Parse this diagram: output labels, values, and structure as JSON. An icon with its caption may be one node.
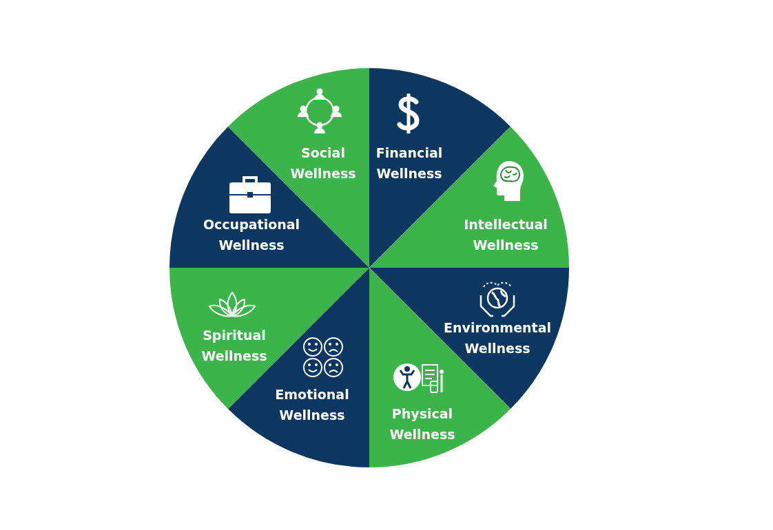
{
  "diagram": {
    "nodes": [
      {
        "text": [
          "Social Wellness"
        ]
      },
      {
        "text": [
          "Financial Wellness"
        ]
      },
      {
        "text": [
          "Occupational Wellness"
        ]
      },
      {
        "text": [
          "Intellectual Wellness"
        ]
      },
      {
        "text": [
          "Environmental Wellness"
        ]
      },
      {
        "text": [
          "Spiritual Wellness"
        ]
      },
      {
        "text": [
          "Emotional Wellness"
        ]
      },
      {
        "text": [
          "Physical Wellness"
        ]
      }
    ]
  }
}
